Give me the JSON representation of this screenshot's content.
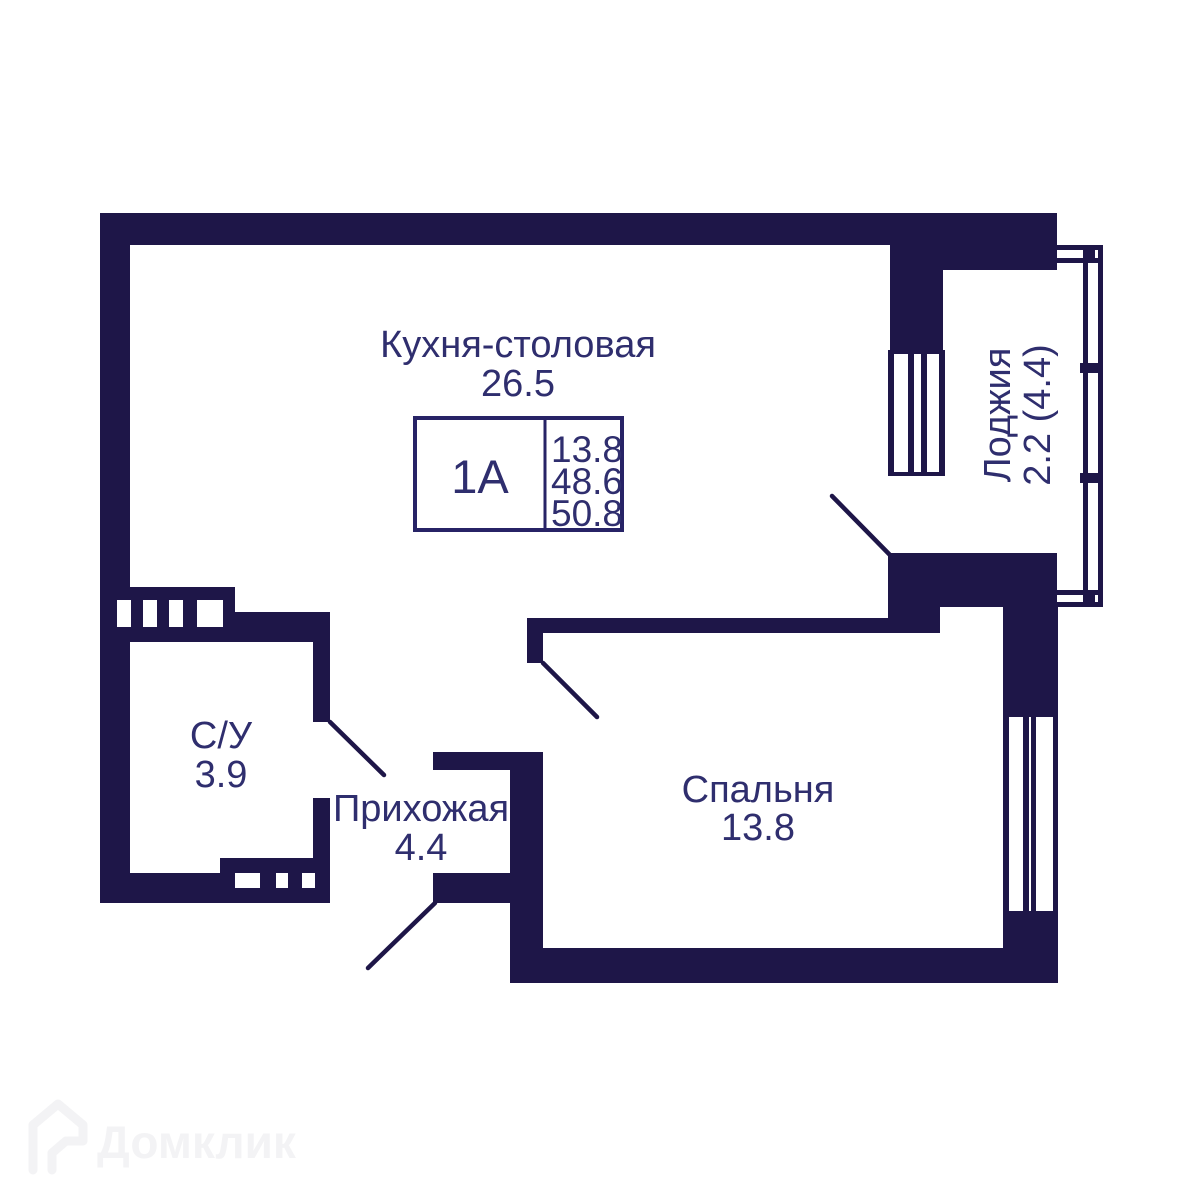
{
  "page": {
    "background": "#ffffff"
  },
  "plan": {
    "colors": {
      "wall": "#1e1648",
      "label_text": "#2f2e6e",
      "info_box_border": "#272366",
      "watermark": "#f3f3f5"
    },
    "info_box": {
      "unit": "1А",
      "values": [
        "13.8",
        "48.6",
        "50.8"
      ]
    },
    "rooms": {
      "kitchen": {
        "name": "Кухня-столовая",
        "area": "26.5"
      },
      "bedroom": {
        "name": "Спальня",
        "area": "13.8"
      },
      "bathroom": {
        "name": "С/У",
        "area": "3.9"
      },
      "hall": {
        "name": "Прихожая",
        "area": "4.4"
      },
      "loggia": {
        "name": "Лоджия",
        "area": "2.2 (4.4)"
      }
    }
  },
  "watermark": {
    "brand": "Домклик"
  }
}
